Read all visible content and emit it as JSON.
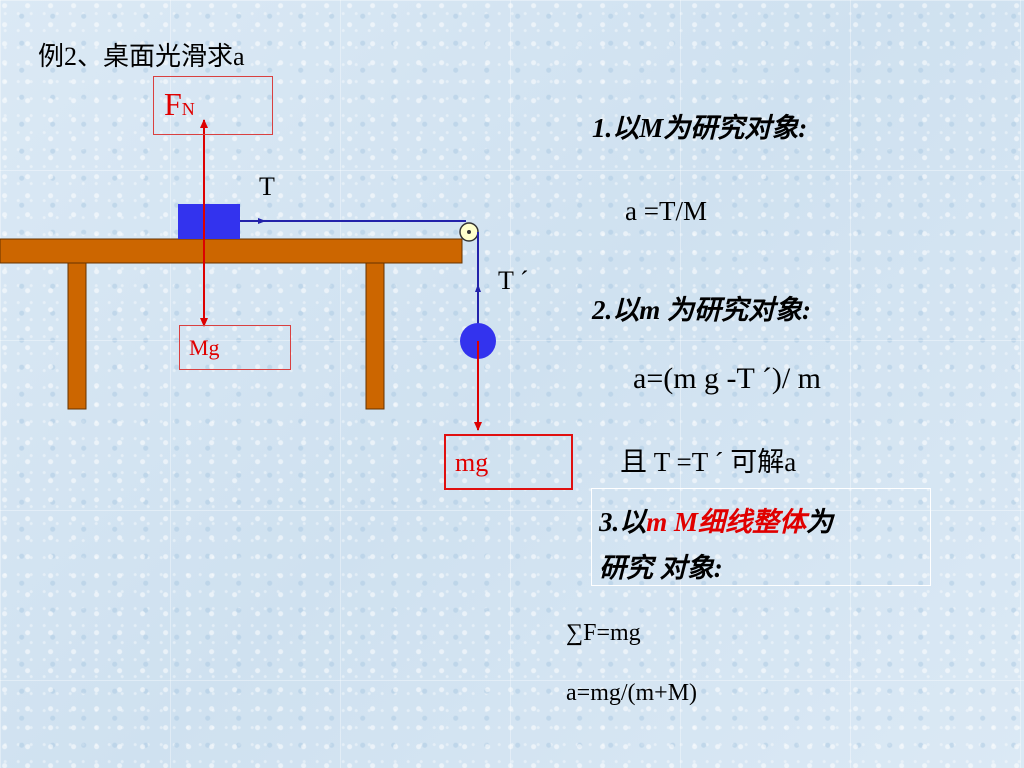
{
  "title": "例2、桌面光滑求a",
  "labels": {
    "fn_main": "F",
    "fn_sub": "N",
    "big_mg": "Mg",
    "small_mg": "mg",
    "tension_top": "T",
    "tension_side": "T ´"
  },
  "steps": {
    "step1_heading": "1.以M为研究对象:",
    "step1_eq": "a =T/M",
    "step2_heading": "2.以m 为研究对象:",
    "step2_eq": "a=(m g -T ´)/ m",
    "step2_note": "且 T =T ´ 可解a",
    "step3_num": "3.以",
    "step3_red": "m M细线整体",
    "step3_tail": "为",
    "step3_line2": "研究 对象:",
    "step3_eq1": "∑F=mg",
    "step3_eq2": "a=mg/(m+M)"
  },
  "colors": {
    "table": "#cc6600",
    "block": "#3333ee",
    "string": "#2222aa",
    "force_arrow": "#dd0000",
    "box_border": "#d94040"
  }
}
